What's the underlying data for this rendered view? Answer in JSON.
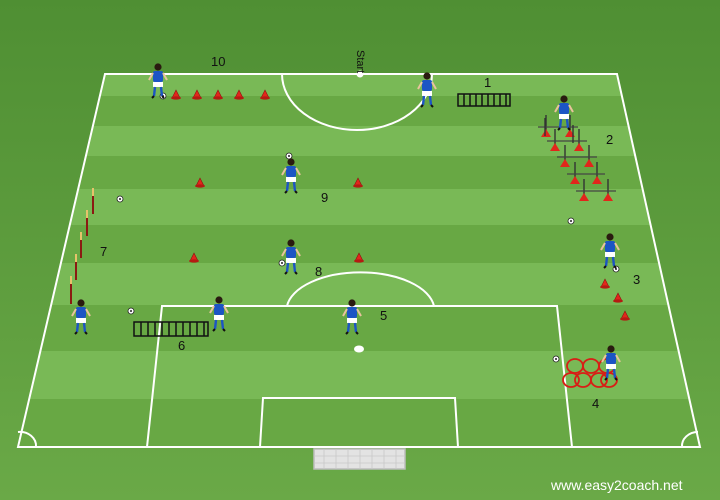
{
  "diagram": {
    "start_label": "Start",
    "station_labels": [
      "1",
      "2",
      "3",
      "4",
      "5",
      "6",
      "7",
      "8",
      "9",
      "10"
    ],
    "watermark": "www.easy2coach.net",
    "colors": {
      "grass_light": "#74b451",
      "grass_dark": "#62a23f",
      "lines": "#ffffff",
      "cone": "#e2261b",
      "player_shirt": "#1c55c4",
      "ring": "#d81e16"
    },
    "icons": [
      "player-icon",
      "cone-icon",
      "ball-icon",
      "ladder-icon",
      "hurdle-icon",
      "pole-icon",
      "ring-icon",
      "goal-icon"
    ]
  }
}
